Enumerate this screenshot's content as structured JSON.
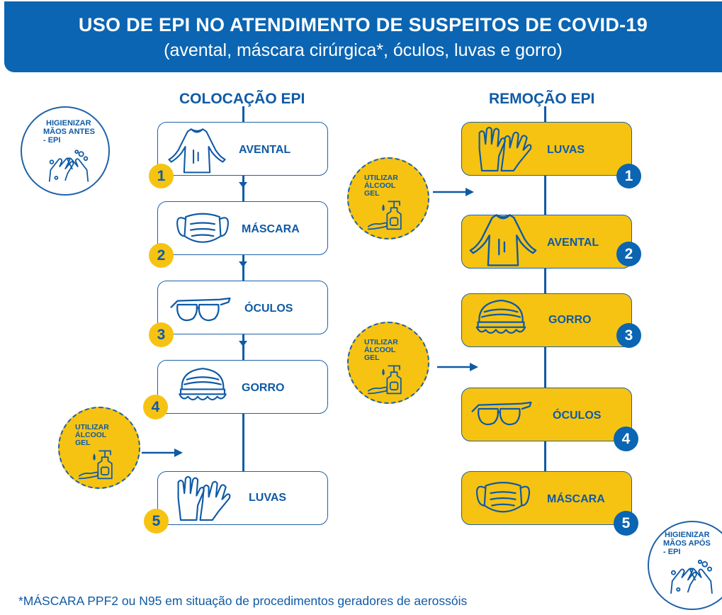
{
  "header": {
    "title": "USO DE EPI NO ATENDIMENTO DE SUSPEITOS DE COVID-19",
    "subtitle": "(avental, máscara cirúrgica*, óculos, luvas e gorro)"
  },
  "colocacao": {
    "title": "COLOCAÇÃO EPI",
    "steps": [
      {
        "num": "1",
        "label": "AVENTAL",
        "icon": "gown-icon"
      },
      {
        "num": "2",
        "label": "MÁSCARA",
        "icon": "mask-icon"
      },
      {
        "num": "3",
        "label": "ÓCULOS",
        "icon": "goggles-icon"
      },
      {
        "num": "4",
        "label": "GORRO",
        "icon": "cap-icon"
      },
      {
        "num": "5",
        "label": "LUVAS",
        "icon": "gloves-icon"
      }
    ],
    "hygiene": {
      "line1": "HIGIENIZAR",
      "line2": "MÃOS ANTES",
      "line3": "- EPI"
    },
    "gel": {
      "line1": "UTILIZAR",
      "line2": "ÁLCOOL",
      "line3": "GEL"
    }
  },
  "remocao": {
    "title": "REMOÇÃO EPI",
    "steps": [
      {
        "num": "1",
        "label": "LUVAS",
        "icon": "gloves-icon"
      },
      {
        "num": "2",
        "label": "AVENTAL",
        "icon": "gown-icon"
      },
      {
        "num": "3",
        "label": "GORRO",
        "icon": "cap-icon"
      },
      {
        "num": "4",
        "label": "ÓCULOS",
        "icon": "goggles-icon"
      },
      {
        "num": "5",
        "label": "MÁSCARA",
        "icon": "mask-icon"
      }
    ],
    "gel1": {
      "line1": "UTILIZAR",
      "line2": "ÁLCOOL",
      "line3": "GEL"
    },
    "gel2": {
      "line1": "UTILIZAR",
      "line2": "ÁLCOOL",
      "line3": "GEL"
    },
    "hygiene": {
      "line1": "HIGIENIZAR",
      "line2": "MÃOS APÓS",
      "line3": "- EPI"
    }
  },
  "footnote": "*MÁSCARA PPF2 ou N95 em situação de procedimentos geradores de aerossóis",
  "colors": {
    "blue": "#0b65b2",
    "yellow": "#f6c312",
    "white": "#ffffff"
  }
}
